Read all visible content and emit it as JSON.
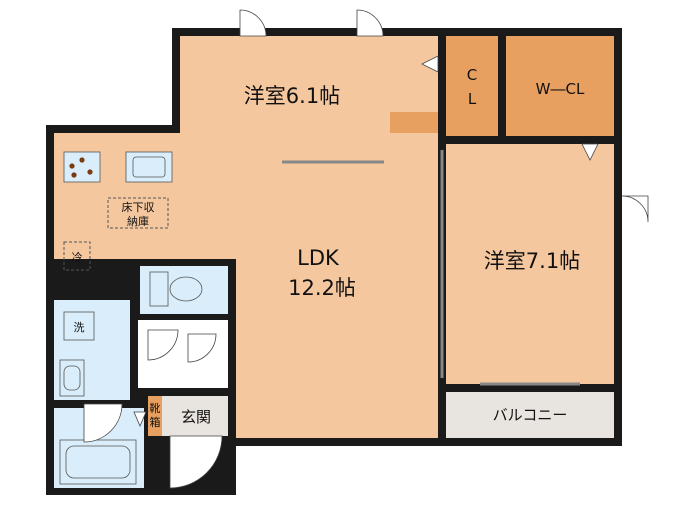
{
  "rooms": {
    "western_room_1": "洋室6.1帖",
    "closet": "C\nL",
    "walk_in_closet": "W―CL",
    "ldk_title": "LDK",
    "ldk_size": "12.2帖",
    "western_room_2": "洋室7.1帖",
    "balcony": "バルコニー",
    "entrance": "玄関",
    "shoe_box": "靴\n箱",
    "underfloor_storage": "床下収\n納庫",
    "fridge": "冷",
    "washer": "洗"
  },
  "colors": {
    "room_fill": "#f5c79f",
    "closet_fill": "#e8a060",
    "wet_fill": "#d9eefa",
    "balcony_fill": "#e8e4df",
    "wall": "#1a1a1a"
  }
}
